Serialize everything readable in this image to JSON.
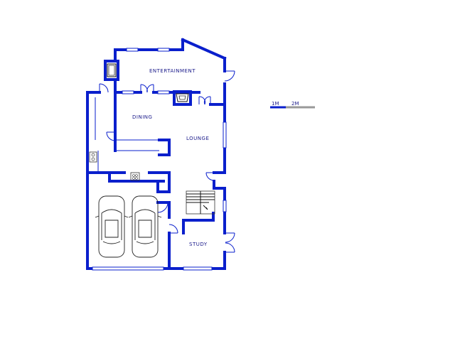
{
  "rooms": {
    "entertainment": "ENTERTAINMENT",
    "dining": "DINING",
    "lounge": "LOUNGE",
    "study": "STUDY"
  },
  "scale": {
    "m1": "1M",
    "m2": "2M"
  },
  "colors": {
    "wall": "#0a1fcc",
    "scale_gray": "#999999"
  }
}
